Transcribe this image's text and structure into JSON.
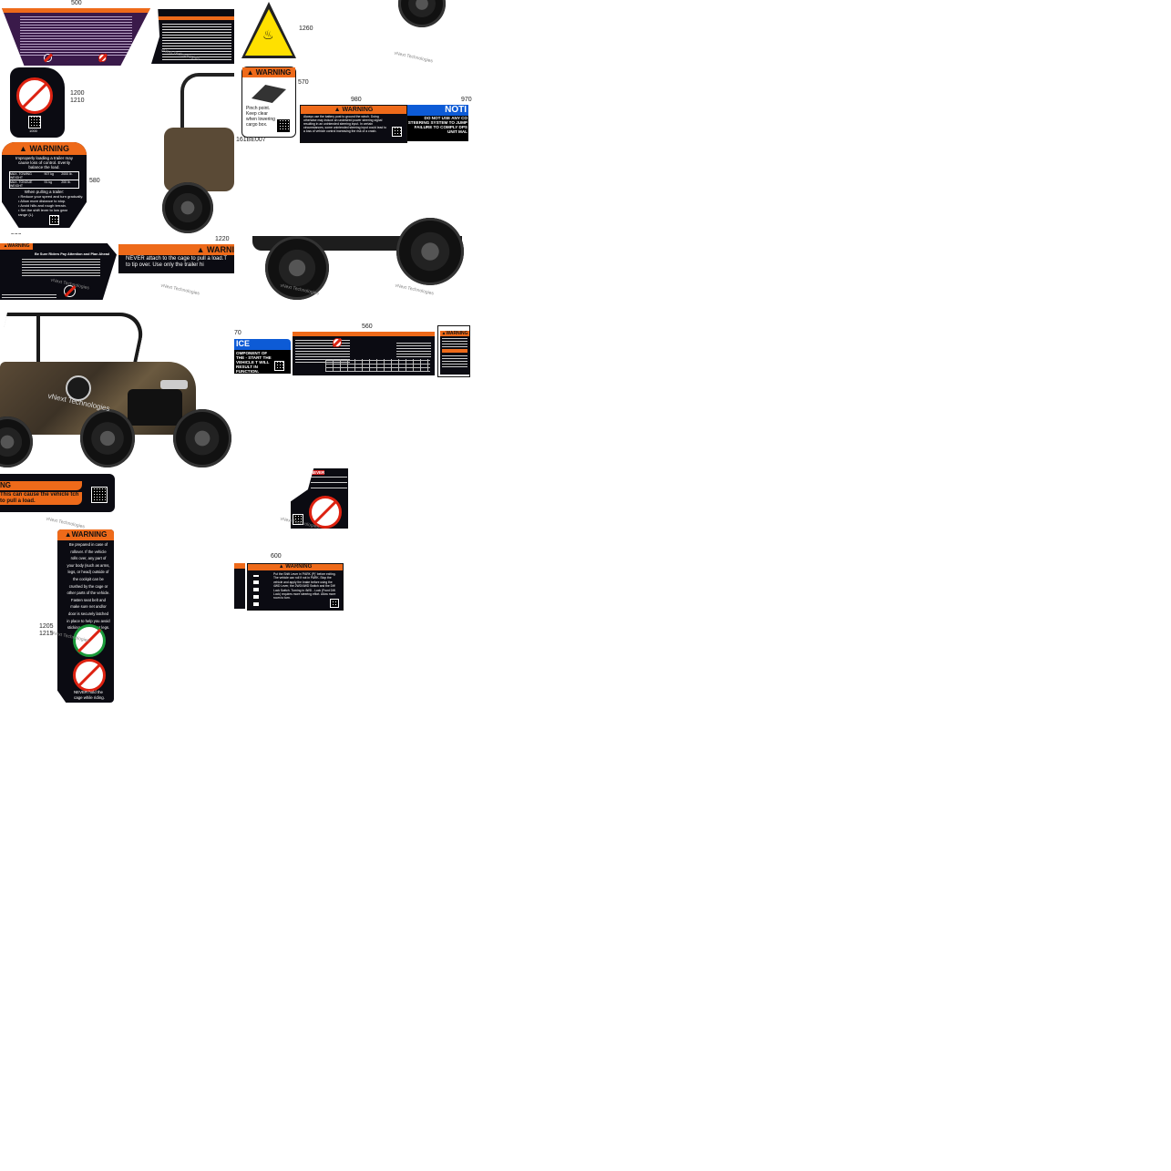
{
  "labels": {
    "n500": "500",
    "n1260": "1260",
    "n1200": "1200",
    "n1210": "1210",
    "n570": "570",
    "n980": "980",
    "n970": "970",
    "n580": "580",
    "n161": "161BE007",
    "n520": "520",
    "n1220": "1220",
    "n560": "560",
    "n70": "70",
    "n600": "600",
    "n1205": "1205",
    "n1215": "1215"
  },
  "decals": {
    "warning": "WARNING",
    "notice": "NOTI",
    "ice": "ICE",
    "warni": "WARNI",
    "ng": "NG",
    "never": "NEVER",
    "d1200_code": "1000",
    "trailer": {
      "intro": "Improperly loading a trailer may cause loss of control. Evenly balance the load.",
      "row1_label": "MAX. TOWING WEIGHT",
      "row1_a": "907 kg",
      "row1_b": "2000 lb.",
      "row2_label": "MAX. TONGUE WEIGHT",
      "row2_a": "91 kg",
      "row2_b": "200 lb.",
      "when": "When pulling a trailer:",
      "b1": "• Reduce your speed and turn gradually.",
      "b2": "• Allow more distance to stop.",
      "b3": "• Avoid hills and rough terrain.",
      "b4": "• Set the shift lever to low gear range (L)."
    },
    "pinch": "Pinch point. Keep clear when lowering cargo box.",
    "battery": "Always use the battery post to ground the winch. Doing otherwise may induce an undesired power steering signal resulting in an unintended steering input. In certain circumstances, some unintended steering input could lead to a loss of vehicle control increasing the risk of a crash.",
    "notice_text": "DO NOT USE ANY CO STEERING SYSTEM TO JUMP FAILURE TO COMPLY DPS UNIT MAL",
    "cage": "NEVER attach to the cage to pull a load.T to tip over. Use only the trailer hi",
    "riders": "Be Sure Riders Pay Attention and Plan Ahead",
    "ice_text": "OMPONENT OF THE - START THE VEHICLE T WILL RESULT IN FUNCTION.",
    "bottom_left": "This can cause the vehicle tch to pull a load.",
    "never_try": "NEVER try to stop a rollover using your arm or leg.",
    "rollover": "Be prepared in case of rollover. If the vehicle rolls over, any part of your body (such as arms, legs, or head) outside of the cockpit can be crushed by the cage or other parts of the vehicle. Fasten seat belt and make sure net and/or door is securely latched in place to help you avoid sticking out arms or legs.",
    "never_hold": "NEVER hold the cage while riding.",
    "shift": "Put the Shift Lever in 'PARK (P)' before exiting. The vehicle can roll if not in PARK. Stop the vehicle and apply the brake before using the 4WD Lever, the 2WD/4WD Switch and the Diff Lock Switch. Turning in 4WD - Lock (Front Diff. Lock) requires more steering effort. Allow more room to turn."
  },
  "watermark": "vNext Technologies",
  "colors": {
    "orange": "#ee6a1a",
    "blue": "#0d5bd6",
    "purple": "#3a1a4a",
    "red": "#d21f1f",
    "yellow": "#ffe000",
    "camo": "#5a4a36"
  }
}
